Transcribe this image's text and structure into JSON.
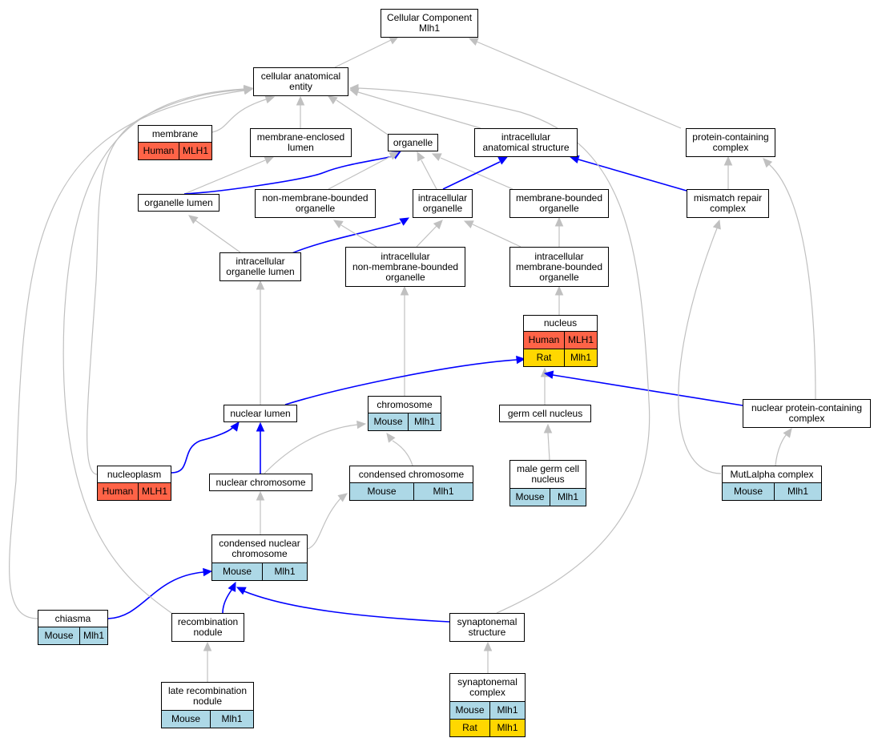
{
  "colors": {
    "Human": "#ff6347",
    "Mouse": "#add8e6",
    "Rat": "#ffd700",
    "is_a_edge": "#c0c0c0",
    "part_of_edge": "#0000ff"
  },
  "nodes": {
    "cellular_component": {
      "label": "Cellular Component\nMlh1",
      "annotations": []
    },
    "cellular_anatomical_entity": {
      "label": "cellular anatomical\nentity",
      "annotations": []
    },
    "membrane": {
      "label": "membrane",
      "annotations": [
        {
          "species": "Human",
          "gene": "MLH1"
        }
      ]
    },
    "membrane_enclosed_lumen": {
      "label": "membrane-enclosed\nlumen",
      "annotations": []
    },
    "organelle": {
      "label": "organelle",
      "annotations": []
    },
    "intracellular_anatomical_structure": {
      "label": "intracellular\nanatomical structure",
      "annotations": []
    },
    "protein_containing_complex": {
      "label": "protein-containing\ncomplex",
      "annotations": []
    },
    "organelle_lumen": {
      "label": "organelle lumen",
      "annotations": []
    },
    "non_membrane_bounded_organelle": {
      "label": "non-membrane-bounded\norganelle",
      "annotations": []
    },
    "intracellular_organelle": {
      "label": "intracellular\norganelle",
      "annotations": []
    },
    "membrane_bounded_organelle": {
      "label": "membrane-bounded\norganelle",
      "annotations": []
    },
    "mismatch_repair_complex": {
      "label": "mismatch repair\ncomplex",
      "annotations": []
    },
    "intracellular_organelle_lumen": {
      "label": "intracellular\norganelle lumen",
      "annotations": []
    },
    "intracellular_non_membrane_bounded_organelle": {
      "label": "intracellular\nnon-membrane-bounded\norganelle",
      "annotations": []
    },
    "intracellular_membrane_bounded_organelle": {
      "label": "intracellular\nmembrane-bounded\norganelle",
      "annotations": []
    },
    "nucleus": {
      "label": "nucleus",
      "annotations": [
        {
          "species": "Human",
          "gene": "MLH1"
        },
        {
          "species": "Rat",
          "gene": "Mlh1"
        }
      ]
    },
    "nuclear_lumen": {
      "label": "nuclear lumen",
      "annotations": []
    },
    "chromosome": {
      "label": "chromosome",
      "annotations": [
        {
          "species": "Mouse",
          "gene": "Mlh1"
        }
      ]
    },
    "germ_cell_nucleus": {
      "label": "germ cell nucleus",
      "annotations": []
    },
    "nuclear_protein_containing_complex": {
      "label": "nuclear protein-containing\ncomplex",
      "annotations": []
    },
    "nucleoplasm": {
      "label": "nucleoplasm",
      "annotations": [
        {
          "species": "Human",
          "gene": "MLH1"
        }
      ]
    },
    "nuclear_chromosome": {
      "label": "nuclear chromosome",
      "annotations": []
    },
    "condensed_chromosome": {
      "label": "condensed chromosome",
      "annotations": [
        {
          "species": "Mouse",
          "gene": "Mlh1"
        }
      ]
    },
    "male_germ_cell_nucleus": {
      "label": "male germ cell\nnucleus",
      "annotations": [
        {
          "species": "Mouse",
          "gene": "Mlh1"
        }
      ]
    },
    "mutlalpha_complex": {
      "label": "MutLalpha complex",
      "annotations": [
        {
          "species": "Mouse",
          "gene": "Mlh1"
        }
      ]
    },
    "condensed_nuclear_chromosome": {
      "label": "condensed nuclear\nchromosome",
      "annotations": [
        {
          "species": "Mouse",
          "gene": "Mlh1"
        }
      ]
    },
    "chiasma": {
      "label": "chiasma",
      "annotations": [
        {
          "species": "Mouse",
          "gene": "Mlh1"
        }
      ]
    },
    "recombination_nodule": {
      "label": "recombination\nnodule",
      "annotations": []
    },
    "synaptonemal_structure": {
      "label": "synaptonemal\nstructure",
      "annotations": []
    },
    "late_recombination_nodule": {
      "label": "late recombination\nnodule",
      "annotations": [
        {
          "species": "Mouse",
          "gene": "Mlh1"
        }
      ]
    },
    "synaptonemal_complex": {
      "label": "synaptonemal\ncomplex",
      "annotations": [
        {
          "species": "Mouse",
          "gene": "Mlh1"
        },
        {
          "species": "Rat",
          "gene": "Mlh1"
        }
      ]
    }
  }
}
